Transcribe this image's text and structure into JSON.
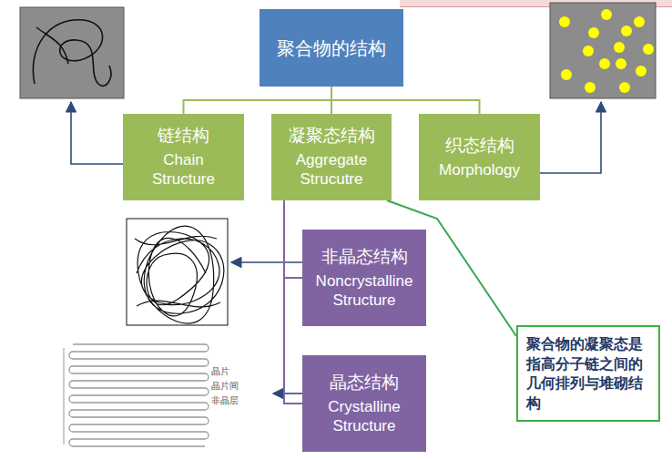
{
  "diagram": {
    "nodes": [
      {
        "text": [
          "聚合物的结构"
        ]
      },
      {
        "text": [
          "链结构",
          "Chain Structure"
        ]
      },
      {
        "text": [
          "凝聚态结构",
          "Aggregate Strucutre"
        ]
      },
      {
        "text": [
          "织态结构",
          "Morphology"
        ]
      },
      {
        "text": [
          "非晶态结构",
          "Noncrystalline Structure"
        ]
      },
      {
        "text": [
          "晶态结构",
          "Crystalline Structure"
        ]
      },
      {
        "text": [
          "聚合物的凝聚态是指高分子链之间的几何排列与堆砌结构"
        ]
      }
    ],
    "edges": [
      {
        "from": 0,
        "to": 1,
        "arrow": "none"
      },
      {
        "from": 0,
        "to": 2,
        "arrow": "none"
      },
      {
        "from": 0,
        "to": 3,
        "arrow": "none"
      },
      {
        "from": 2,
        "to": 4,
        "arrow": "none"
      },
      {
        "from": 2,
        "to": 5,
        "arrow": "none"
      },
      {
        "from": 2,
        "to": 6,
        "arrow": "none"
      }
    ],
    "labels": [
      "晶片",
      "晶片间",
      "非晶层"
    ]
  }
}
